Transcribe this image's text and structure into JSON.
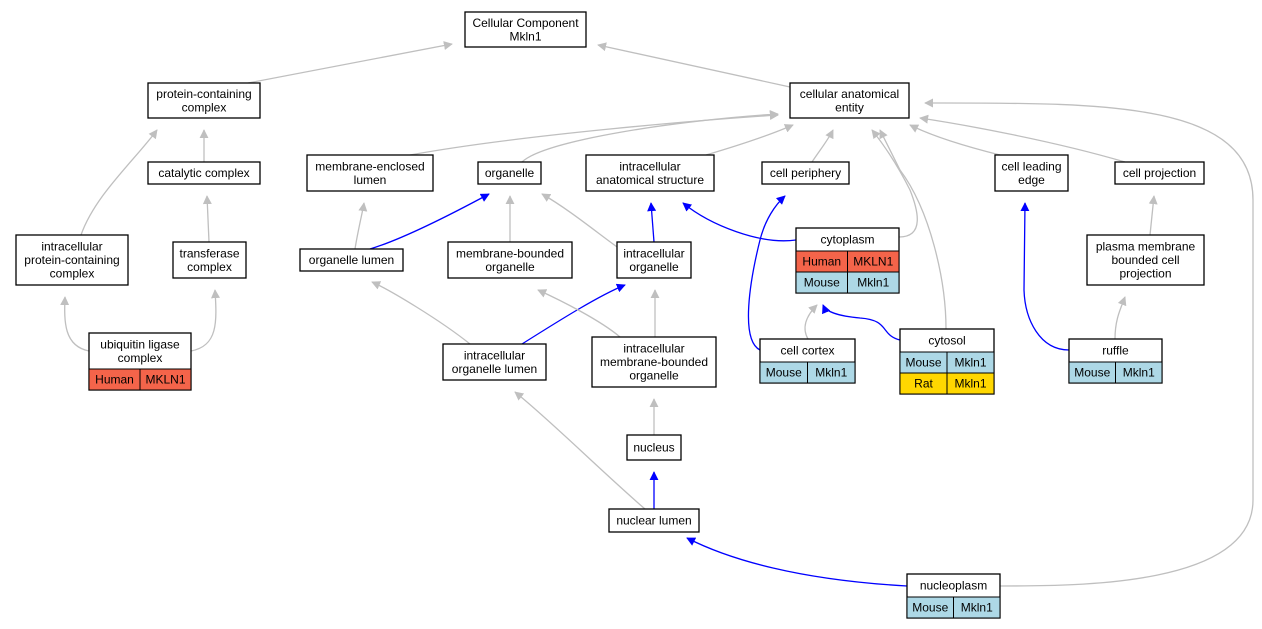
{
  "colors": {
    "edge_default": "#bfbfbf",
    "edge_highlight": "#0000ff",
    "human": "#f4644a",
    "mouse": "#add8e6",
    "rat": "#ffd700"
  },
  "nodes": [
    {
      "id": "root",
      "lines": [
        "Cellular Component",
        "Mkln1"
      ]
    },
    {
      "id": "pcc",
      "lines": [
        "protein-containing",
        "complex"
      ]
    },
    {
      "id": "cae",
      "lines": [
        "cellular anatomical",
        "entity"
      ]
    },
    {
      "id": "cat",
      "lines": [
        "catalytic complex"
      ]
    },
    {
      "id": "mel",
      "lines": [
        "membrane-enclosed",
        "lumen"
      ]
    },
    {
      "id": "org",
      "lines": [
        "organelle"
      ]
    },
    {
      "id": "ias",
      "lines": [
        "intracellular",
        "anatomical structure"
      ]
    },
    {
      "id": "cper",
      "lines": [
        "cell periphery"
      ]
    },
    {
      "id": "cle",
      "lines": [
        "cell leading",
        "edge"
      ]
    },
    {
      "id": "cproj",
      "lines": [
        "cell projection"
      ]
    },
    {
      "id": "ipcc",
      "lines": [
        "intracellular",
        "protein-containing",
        "complex"
      ]
    },
    {
      "id": "trans",
      "lines": [
        "transferase",
        "complex"
      ]
    },
    {
      "id": "orgl",
      "lines": [
        "organelle lumen"
      ]
    },
    {
      "id": "mbo",
      "lines": [
        "membrane-bounded",
        "organelle"
      ]
    },
    {
      "id": "iorg",
      "lines": [
        "intracellular",
        "organelle"
      ]
    },
    {
      "id": "cyto",
      "lines": [
        "cytoplasm"
      ],
      "species": [
        {
          "species": "Human",
          "gene": "MKLN1",
          "color": "human"
        },
        {
          "species": "Mouse",
          "gene": "Mkln1",
          "color": "mouse"
        }
      ]
    },
    {
      "id": "pmbcp",
      "lines": [
        "plasma membrane",
        "bounded cell",
        "projection"
      ]
    },
    {
      "id": "ubl",
      "lines": [
        "ubiquitin ligase",
        "complex"
      ],
      "species": [
        {
          "species": "Human",
          "gene": "MKLN1",
          "color": "human"
        }
      ]
    },
    {
      "id": "iol",
      "lines": [
        "intracellular",
        "organelle lumen"
      ]
    },
    {
      "id": "imbo",
      "lines": [
        "intracellular",
        "membrane-bounded",
        "organelle"
      ]
    },
    {
      "id": "ccor",
      "lines": [
        "cell cortex"
      ],
      "species": [
        {
          "species": "Mouse",
          "gene": "Mkln1",
          "color": "mouse"
        }
      ]
    },
    {
      "id": "cytosol",
      "lines": [
        "cytosol"
      ],
      "species": [
        {
          "species": "Mouse",
          "gene": "Mkln1",
          "color": "mouse"
        },
        {
          "species": "Rat",
          "gene": "Mkln1",
          "color": "rat"
        }
      ]
    },
    {
      "id": "ruffle",
      "lines": [
        "ruffle"
      ],
      "species": [
        {
          "species": "Mouse",
          "gene": "Mkln1",
          "color": "mouse"
        }
      ]
    },
    {
      "id": "nuc",
      "lines": [
        "nucleus"
      ]
    },
    {
      "id": "nl",
      "lines": [
        "nuclear lumen"
      ]
    },
    {
      "id": "np",
      "lines": [
        "nucleoplasm"
      ],
      "species": [
        {
          "species": "Mouse",
          "gene": "Mkln1",
          "color": "mouse"
        }
      ]
    }
  ],
  "edges": [
    {
      "from": "pcc",
      "to": "root",
      "highlight": false
    },
    {
      "from": "cae",
      "to": "root",
      "highlight": false
    },
    {
      "from": "cat",
      "to": "pcc",
      "highlight": false
    },
    {
      "from": "ipcc",
      "to": "pcc",
      "highlight": false
    },
    {
      "from": "trans",
      "to": "cat",
      "highlight": false
    },
    {
      "from": "ubl",
      "to": "ipcc",
      "highlight": false
    },
    {
      "from": "ubl",
      "to": "trans",
      "highlight": false
    },
    {
      "from": "mel",
      "to": "cae",
      "highlight": false
    },
    {
      "from": "org",
      "to": "cae",
      "highlight": false
    },
    {
      "from": "ias",
      "to": "cae",
      "highlight": false
    },
    {
      "from": "cper",
      "to": "cae",
      "highlight": false
    },
    {
      "from": "cyto",
      "to": "cae",
      "highlight": false
    },
    {
      "from": "cytosol",
      "to": "cae",
      "highlight": false
    },
    {
      "from": "cle",
      "to": "cae",
      "highlight": false
    },
    {
      "from": "cproj",
      "to": "cae",
      "highlight": false
    },
    {
      "from": "np",
      "to": "cae",
      "highlight": false
    },
    {
      "from": "orgl",
      "to": "mel",
      "highlight": false
    },
    {
      "from": "orgl",
      "to": "org",
      "highlight": true
    },
    {
      "from": "mbo",
      "to": "org",
      "highlight": false
    },
    {
      "from": "iorg",
      "to": "org",
      "highlight": false
    },
    {
      "from": "iorg",
      "to": "ias",
      "highlight": true
    },
    {
      "from": "cyto",
      "to": "ias",
      "highlight": true
    },
    {
      "from": "ccor",
      "to": "cper",
      "highlight": true
    },
    {
      "from": "ccor",
      "to": "cyto",
      "highlight": false
    },
    {
      "from": "cytosol",
      "to": "cyto",
      "highlight": true
    },
    {
      "from": "pmbcp",
      "to": "cproj",
      "highlight": false
    },
    {
      "from": "ruffle",
      "to": "cle",
      "highlight": true
    },
    {
      "from": "ruffle",
      "to": "pmbcp",
      "highlight": false
    },
    {
      "from": "iol",
      "to": "orgl",
      "highlight": false
    },
    {
      "from": "iol",
      "to": "iorg",
      "highlight": true
    },
    {
      "from": "imbo",
      "to": "mbo",
      "highlight": false
    },
    {
      "from": "imbo",
      "to": "iorg",
      "highlight": false
    },
    {
      "from": "nuc",
      "to": "imbo",
      "highlight": false
    },
    {
      "from": "nl",
      "to": "nuc",
      "highlight": true
    },
    {
      "from": "nl",
      "to": "iol",
      "highlight": false
    },
    {
      "from": "np",
      "to": "nl",
      "highlight": true
    }
  ]
}
